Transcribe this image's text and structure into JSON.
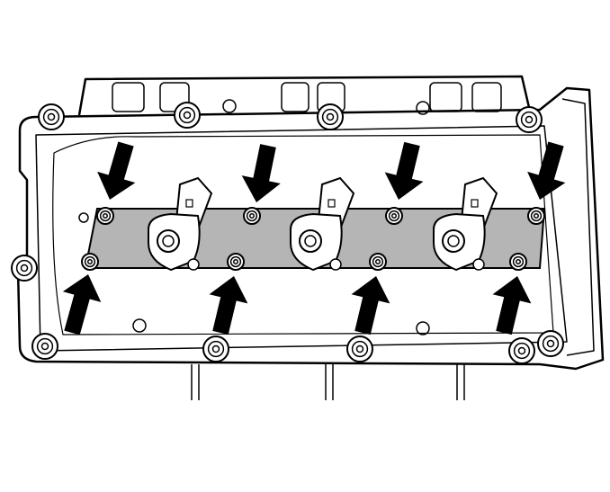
{
  "diagram": {
    "subject": "valve-cover-fuel-rail-assembly",
    "fastener_count": 8,
    "arrow_count": 8,
    "coil_count": 3,
    "colors": {
      "line": "#000000",
      "fill": "#ffffff",
      "gasket": "#b5b5b5",
      "arrow": "#000000"
    }
  }
}
